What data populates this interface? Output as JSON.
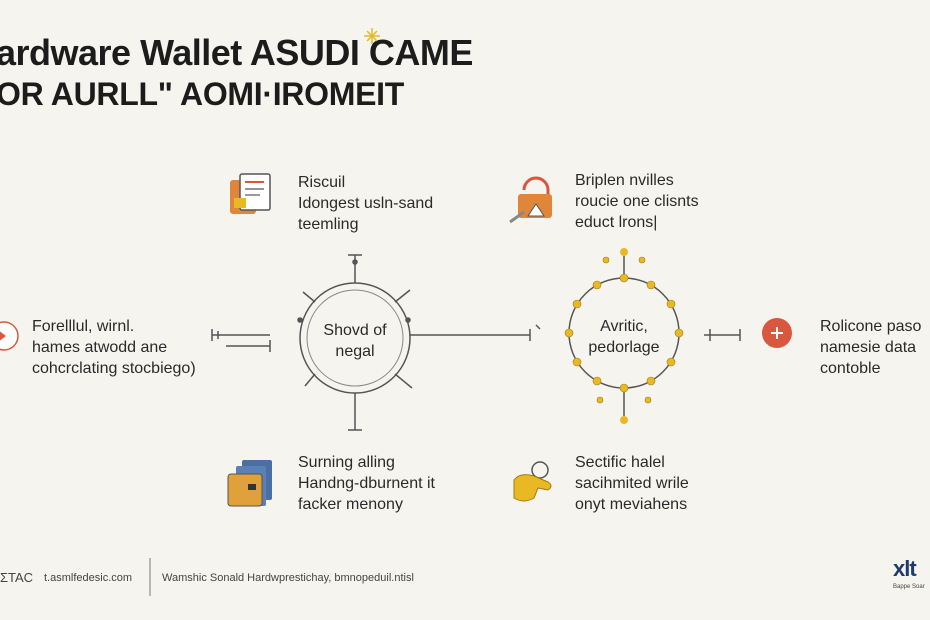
{
  "title": {
    "line1": "ardware Wallet ASUDI CAME",
    "line2_a": "OR AURLL\"",
    "line2_b": "AOMI·IROMEIT"
  },
  "nodes": {
    "top_left": [
      "Riscuil",
      "Idongest usln-sand",
      "teemling"
    ],
    "top_right": [
      "Briplen nvilles",
      "roucie one clisnts",
      "educt lrons|"
    ],
    "left": [
      "Forelllul, wirnl.",
      "hames atwodd ane",
      "cohcrclating stocbiego)"
    ],
    "right": [
      "Rolicone paso",
      "namesie data",
      "contoble"
    ],
    "bottom_left": [
      "Surning alling",
      "Handng-dburnent it",
      "facker menony"
    ],
    "bottom_right": [
      "Sectific halel",
      "sacihmited wrile",
      "onyt meviahens"
    ],
    "center_left": [
      "Shovd of",
      "negal"
    ],
    "center_right": [
      "Avritic,",
      "pedorlage"
    ]
  },
  "footer": {
    "left_code": "ΣTAC",
    "site": "t.asmlfedesic.com",
    "caption": "Wamshic Sonald Hardwprestichay, bmnopeduil.ntisl",
    "logo": "xlt",
    "logo_sub": "Bappe Soar"
  },
  "colors": {
    "background": "#f6f4ef",
    "accent_gold": "#e8b923",
    "accent_orange": "#e0863a",
    "accent_red": "#d9573f",
    "line": "#555555"
  }
}
